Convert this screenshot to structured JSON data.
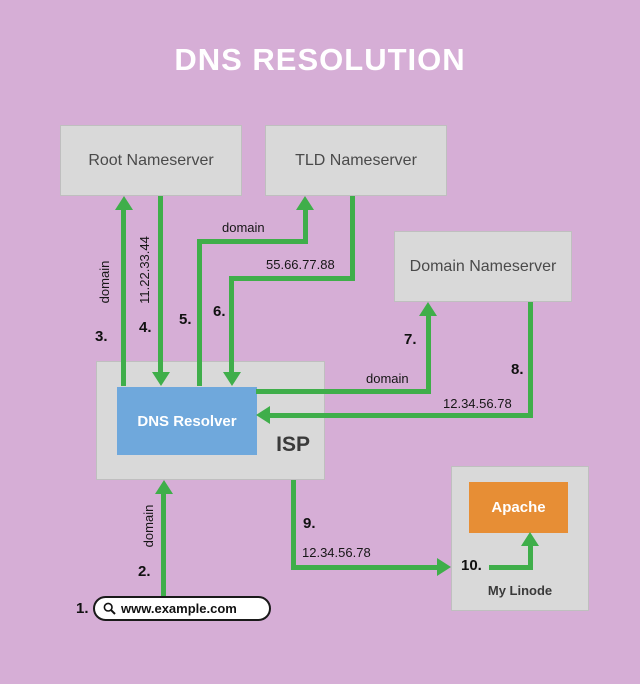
{
  "title": "DNS RESOLUTION",
  "nodes": {
    "root_nameserver": "Root Nameserver",
    "tld_nameserver": "TLD Nameserver",
    "domain_nameserver": "Domain Nameserver",
    "dns_resolver": "DNS Resolver",
    "isp": "ISP",
    "apache": "Apache",
    "my_linode": "My Linode"
  },
  "query": {
    "step": "1.",
    "text": "www.example.com",
    "icon": "magnifier-icon"
  },
  "steps": {
    "s2": {
      "num": "2.",
      "label": "domain"
    },
    "s3": {
      "num": "3.",
      "label": "domain"
    },
    "s4": {
      "num": "4.",
      "label": "11.22.33.44"
    },
    "s5": {
      "num": "5.",
      "label": "domain"
    },
    "s6": {
      "num": "6.",
      "label": "55.66.77.88"
    },
    "s7": {
      "num": "7.",
      "label": "domain"
    },
    "s8": {
      "num": "8.",
      "label": "12.34.56.78"
    },
    "s9": {
      "num": "9.",
      "label": "12.34.56.78"
    },
    "s10": {
      "num": "10."
    }
  },
  "colors": {
    "background": "#d6aed6",
    "box": "#d9d9d9",
    "box-border": "#bfbfbf",
    "box-text": "#4a4a4a",
    "arrow": "#3fae4a",
    "resolver": "#6fa8dc",
    "apache": "#e78e35",
    "label-text": "#161616"
  }
}
